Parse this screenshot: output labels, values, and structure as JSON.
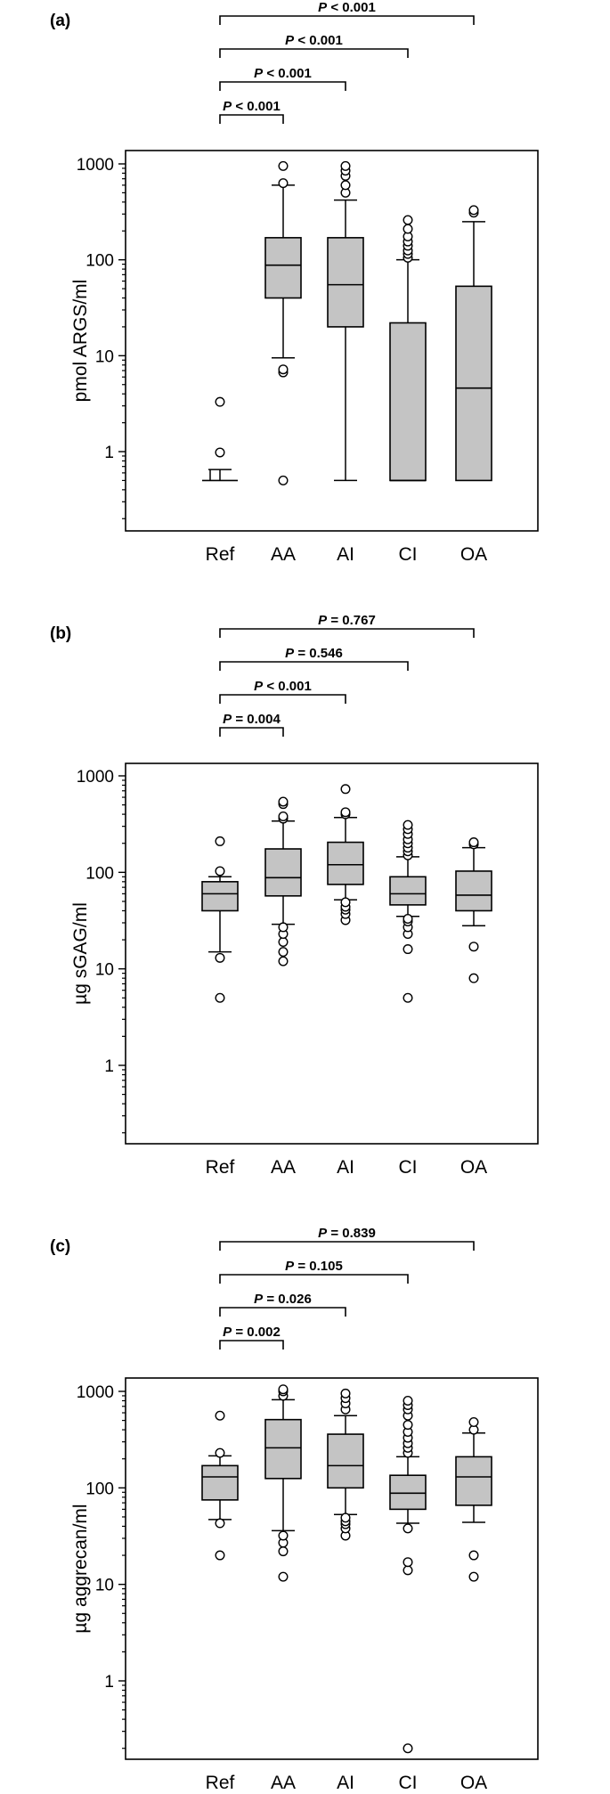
{
  "chart_data": [
    {
      "type": "box",
      "panel_label": "(a)",
      "ylabel": "pmol ARGS/ml",
      "yscale": "log",
      "ylim": [
        0.15,
        1400
      ],
      "yticks": [
        1,
        10,
        100,
        1000
      ],
      "ytick_labels": [
        "1",
        "10",
        "100",
        "1000"
      ],
      "categories": [
        "Ref",
        "AA",
        "AI",
        "CI",
        "OA"
      ],
      "boxes": [
        {
          "q1": 0.5,
          "median": 0.5,
          "q3": 0.5,
          "whisker_low": 0.5,
          "whisker_high": 0.65,
          "outliers": [
            0.98,
            3.3
          ]
        },
        {
          "q1": 40,
          "median": 88,
          "q3": 170,
          "whisker_low": 9.5,
          "whisker_high": 600,
          "outliers": [
            0.5,
            6.7,
            7.2,
            630,
            950
          ]
        },
        {
          "q1": 20,
          "median": 55,
          "q3": 170,
          "whisker_low": 0.5,
          "whisker_high": 420,
          "outliers": [
            500,
            600,
            750,
            850,
            950
          ]
        },
        {
          "q1": 0.5,
          "median": 0.5,
          "q3": 22,
          "whisker_low": 0.5,
          "whisker_high": 100,
          "outliers": [
            105,
            115,
            125,
            140,
            155,
            175,
            210,
            260
          ]
        },
        {
          "q1": 0.5,
          "median": 4.6,
          "q3": 53,
          "whisker_low": 0.5,
          "whisker_high": 250,
          "outliers": [
            310,
            330
          ]
        }
      ],
      "comparisons": [
        {
          "to": "AA",
          "label": "P < 0.001"
        },
        {
          "to": "AI",
          "label": "P < 0.001"
        },
        {
          "to": "CI",
          "label": "P < 0.001"
        },
        {
          "to": "OA",
          "label": "P < 0.001"
        }
      ]
    },
    {
      "type": "box",
      "panel_label": "(b)",
      "ylabel": "µg sGAG/ml",
      "yscale": "log",
      "ylim": [
        0.15,
        1400
      ],
      "yticks": [
        1,
        10,
        100,
        1000
      ],
      "ytick_labels": [
        "1",
        "10",
        "100",
        "1000"
      ],
      "categories": [
        "Ref",
        "AA",
        "AI",
        "CI",
        "OA"
      ],
      "boxes": [
        {
          "q1": 40,
          "median": 60,
          "q3": 80,
          "whisker_low": 15,
          "whisker_high": 90,
          "outliers": [
            5,
            13,
            103,
            210
          ]
        },
        {
          "q1": 57,
          "median": 88,
          "q3": 175,
          "whisker_low": 29,
          "whisker_high": 340,
          "outliers": [
            12,
            15,
            19,
            23,
            27,
            360,
            380,
            510,
            540
          ]
        },
        {
          "q1": 75,
          "median": 120,
          "q3": 205,
          "whisker_low": 52,
          "whisker_high": 370,
          "outliers": [
            32,
            37,
            41,
            44,
            49,
            400,
            420,
            730
          ]
        },
        {
          "q1": 46,
          "median": 60,
          "q3": 90,
          "whisker_low": 35,
          "whisker_high": 145,
          "outliers": [
            5,
            16,
            23,
            27,
            31,
            33,
            150,
            165,
            180,
            200,
            220,
            250,
            280,
            310
          ]
        },
        {
          "q1": 40,
          "median": 58,
          "q3": 103,
          "whisker_low": 28,
          "whisker_high": 180,
          "outliers": [
            8,
            17,
            195,
            205
          ]
        }
      ],
      "comparisons": [
        {
          "to": "AA",
          "label": "P = 0.004"
        },
        {
          "to": "AI",
          "label": "P < 0.001"
        },
        {
          "to": "CI",
          "label": "P = 0.546"
        },
        {
          "to": "OA",
          "label": "P = 0.767"
        }
      ]
    },
    {
      "type": "box",
      "panel_label": "(c)",
      "ylabel": "µg aggrecan/ml",
      "yscale": "log",
      "ylim": [
        0.15,
        1400
      ],
      "yticks": [
        1,
        10,
        100,
        1000
      ],
      "ytick_labels": [
        "1",
        "10",
        "100",
        "1000"
      ],
      "categories": [
        "Ref",
        "AA",
        "AI",
        "CI",
        "OA"
      ],
      "boxes": [
        {
          "q1": 75,
          "median": 130,
          "q3": 170,
          "whisker_low": 47,
          "whisker_high": 215,
          "outliers": [
            20,
            43,
            230,
            560
          ]
        },
        {
          "q1": 125,
          "median": 260,
          "q3": 510,
          "whisker_low": 36,
          "whisker_high": 820,
          "outliers": [
            12,
            22,
            27,
            32,
            900,
            1000,
            1050
          ]
        },
        {
          "q1": 100,
          "median": 170,
          "q3": 360,
          "whisker_low": 53,
          "whisker_high": 560,
          "outliers": [
            32,
            38,
            42,
            45,
            49,
            650,
            750,
            850,
            950
          ]
        },
        {
          "q1": 60,
          "median": 88,
          "q3": 135,
          "whisker_low": 43,
          "whisker_high": 210,
          "outliers": [
            0.2,
            14,
            17,
            38,
            230,
            260,
            290,
            330,
            380,
            450,
            560,
            650,
            720,
            800
          ]
        },
        {
          "q1": 66,
          "median": 130,
          "q3": 210,
          "whisker_low": 44,
          "whisker_high": 370,
          "outliers": [
            12,
            20,
            400,
            480
          ]
        }
      ],
      "comparisons": [
        {
          "to": "AA",
          "label": "P = 0.002"
        },
        {
          "to": "AI",
          "label": "P = 0.026"
        },
        {
          "to": "CI",
          "label": "P = 0.105"
        },
        {
          "to": "OA",
          "label": "P = 0.839"
        }
      ]
    }
  ]
}
